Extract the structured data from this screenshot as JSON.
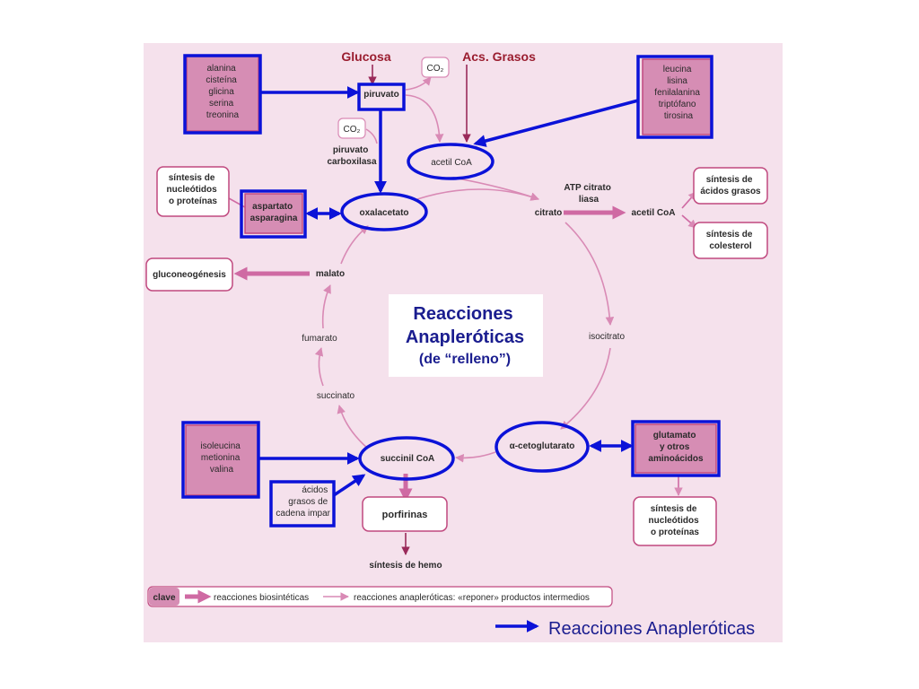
{
  "colors": {
    "panel_bg": "#f5e1ec",
    "box_fill": "#d68db4",
    "box_fill_light": "#ffffff",
    "box_stroke": "#c0497f",
    "highlight_blue": "#0b12d8",
    "biosynthetic_arrow": "#cf6aa3",
    "anaplerotic_arrow": "#d98ab5",
    "title_blue": "#1a1d8f",
    "label_red": "#9a1d2f"
  },
  "inputs": {
    "glucosa": "Glucosa",
    "acs_grasos": "Acs. Grasos"
  },
  "boxes": {
    "aa_top_left": [
      "alanina",
      "cisteína",
      "glicina",
      "serina",
      "treonina"
    ],
    "aa_top_right": [
      "leucina",
      "lisina",
      "fenilalanina",
      "triptófano",
      "tirosina"
    ],
    "nucleotidos_left": [
      "síntesis de",
      "nucleótidos",
      "o proteínas"
    ],
    "aspartato": [
      "aspartato",
      "asparagina"
    ],
    "gluconeogenesis": "gluconeogénesis",
    "acidos_grasos": [
      "síntesis de",
      "ácidos grasos"
    ],
    "colesterol": [
      "síntesis de",
      "colesterol"
    ],
    "aa_bottom_left": [
      "isoleucina",
      "metionina",
      "valina"
    ],
    "cadena_impar": [
      "ácidos",
      "grasos de",
      "cadena impar"
    ],
    "porfirinas": "porfirinas",
    "glutamato": [
      "glutamato",
      "y otros",
      "aminoácidos"
    ],
    "nucleotidos_right": [
      "síntesis de",
      "nucleótidos",
      "o proteínas"
    ]
  },
  "metabolites": {
    "piruvato": "piruvato",
    "co2_top": "CO₂",
    "co2_mid": "CO₂",
    "piruvato_carboxilasa": [
      "piruvato",
      "carboxilasa"
    ],
    "acetil_coa": "acetil CoA",
    "oxalacetato": "oxalacetato",
    "citrato": "citrato",
    "atp_citrato_liasa": [
      "ATP citrato",
      "liasa"
    ],
    "acetil_coa_2": "acetil CoA",
    "malato": "malato",
    "fumarato": "fumarato",
    "isocitrato": "isocitrato",
    "succinato": "succinato",
    "succinil_coa": "succinil CoA",
    "cetoglutarato": "α-cetoglutarato",
    "sintesis_hemo": "síntesis de hemo"
  },
  "center_title": {
    "line1": "Reacciones",
    "line2": "Anapleróticas",
    "line3": "(de “relleno”)"
  },
  "key": {
    "label": "clave",
    "biosynthetic": "reacciones biosintéticas",
    "anaplerotic": "reacciones anapleróticas: «reponer» productos intermedios"
  },
  "legend": {
    "label": "Reacciones Anapleróticas"
  }
}
